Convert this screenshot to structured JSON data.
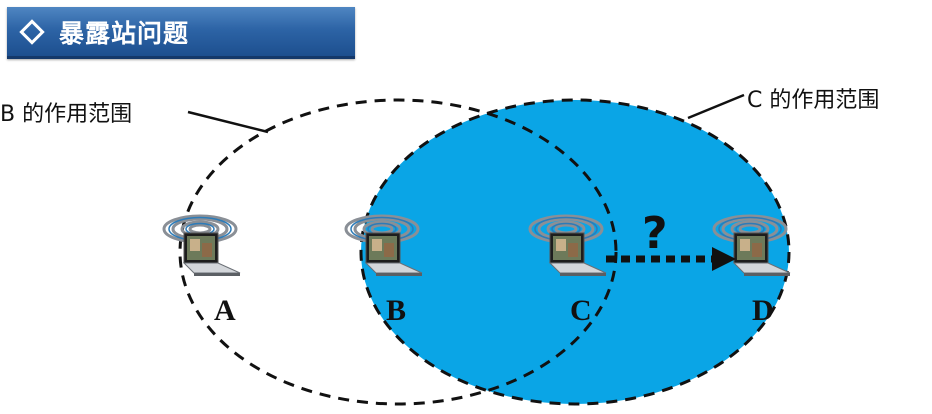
{
  "title": {
    "icon": "diamond-outline-icon",
    "text": "暴露站问题"
  },
  "ranges": {
    "b_label": "B 的作用范围",
    "c_label": "C 的作用范围"
  },
  "nodes": [
    {
      "label": "A",
      "icon": "wireless-laptop-icon"
    },
    {
      "label": "B",
      "icon": "wireless-laptop-icon"
    },
    {
      "label": "C",
      "icon": "wireless-laptop-icon"
    },
    {
      "label": "D",
      "icon": "wireless-laptop-icon"
    }
  ],
  "transmission": {
    "symbol": "?",
    "from": "C",
    "to": "D"
  },
  "colors": {
    "title_bar": "#2d64a6",
    "c_range_fill": "#0aa5e6",
    "outline": "#111111"
  }
}
